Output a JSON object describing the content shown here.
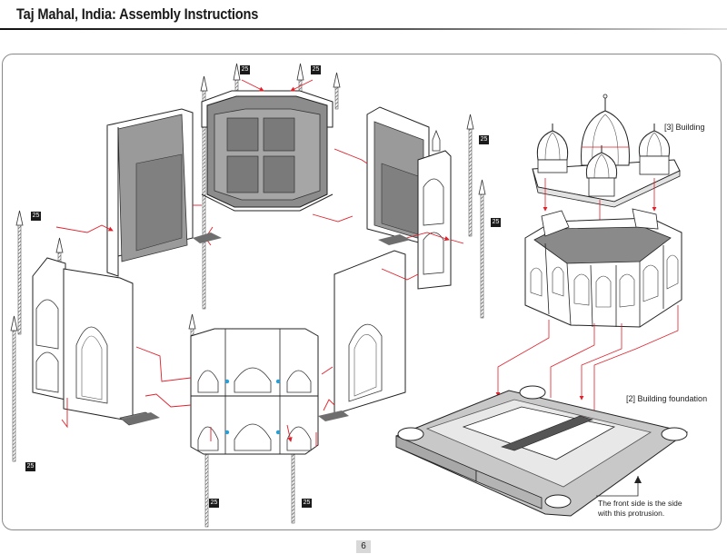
{
  "header": {
    "title": "Taj Mahal, India: Assembly Instructions"
  },
  "labels": {
    "building": "[3] Building",
    "foundation": "[2] Building foundation",
    "front_note_line1": "The front side is the side",
    "front_note_line2": "with this protrusion."
  },
  "badges": [
    "25",
    "25",
    "25",
    "25",
    "25",
    "25",
    "25",
    "25"
  ],
  "page_number": "6",
  "colors": {
    "arrow": "#e0202a",
    "wall": "#ffffff",
    "shade": "#9a9a9a",
    "dark": "#6e6e6e",
    "base": "#c8c8c8"
  }
}
